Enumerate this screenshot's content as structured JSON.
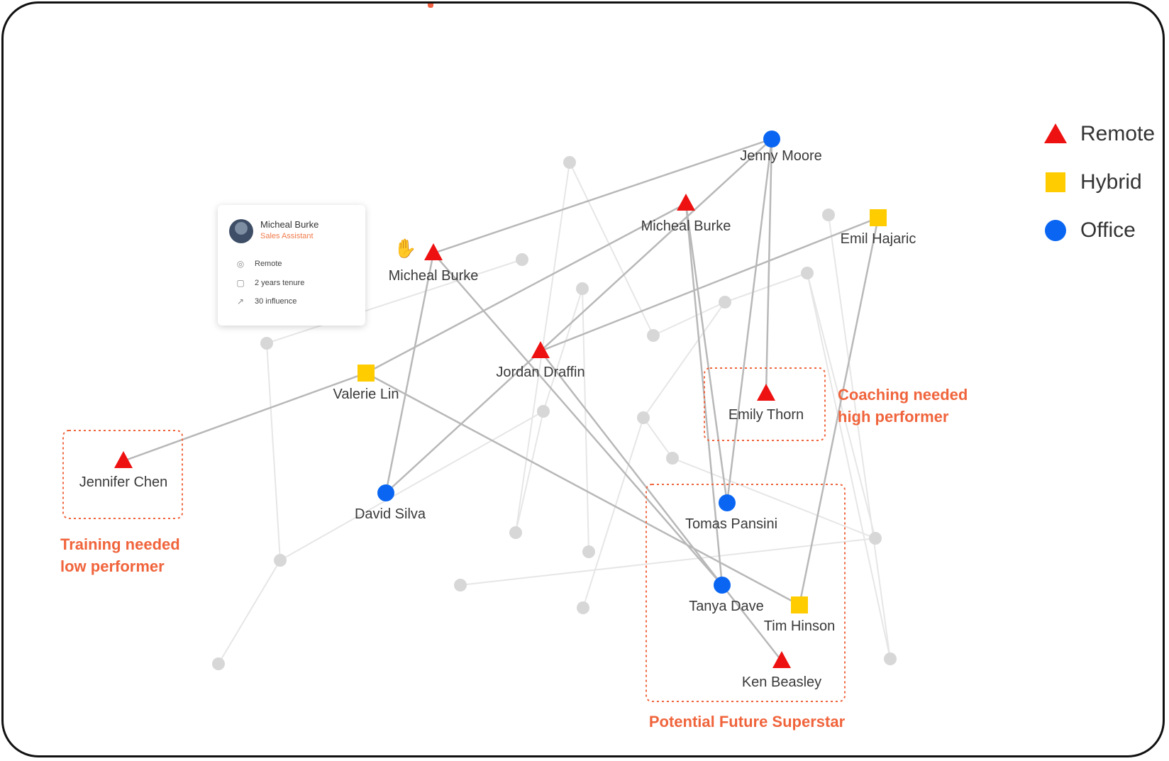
{
  "colors": {
    "remote": "#ee1111",
    "hybrid": "#ffcc00",
    "office": "#0a66f2",
    "annotation": "#f0643c",
    "edge_active": "#b8b8b8",
    "edge_bg": "#e6e6e6",
    "node_bg": "#d7d7d7"
  },
  "legend": [
    {
      "type": "remote",
      "shape": "triangle",
      "label": "Remote"
    },
    {
      "type": "hybrid",
      "shape": "square",
      "label": "Hybrid"
    },
    {
      "type": "office",
      "shape": "circle",
      "label": "Office"
    }
  ],
  "tooltip": {
    "name": "Micheal Burke",
    "role": "Sales Assistant",
    "location": "Remote",
    "tenure": "2 years tenure",
    "influence": "30 influence",
    "icons": [
      "location-pin-icon",
      "briefcase-icon",
      "trend-icon"
    ]
  },
  "people": [
    {
      "id": "jenny",
      "name": "Jenny Moore",
      "type": "office"
    },
    {
      "id": "micheal_a",
      "name": "Micheal Burke",
      "type": "remote"
    },
    {
      "id": "micheal_b",
      "name": "Micheal Burke",
      "type": "remote"
    },
    {
      "id": "emil",
      "name": "Emil Hajaric",
      "type": "hybrid"
    },
    {
      "id": "jordan",
      "name": "Jordan Draffin",
      "type": "remote"
    },
    {
      "id": "valerie",
      "name": "Valerie Lin",
      "type": "hybrid"
    },
    {
      "id": "emily",
      "name": "Emily Thorn",
      "type": "remote"
    },
    {
      "id": "jennifer",
      "name": "Jennifer Chen",
      "type": "remote"
    },
    {
      "id": "david",
      "name": "David Silva",
      "type": "office"
    },
    {
      "id": "tomas",
      "name": "Tomas Pansini",
      "type": "office"
    },
    {
      "id": "tanya",
      "name": "Tanya Dave",
      "type": "office"
    },
    {
      "id": "tim",
      "name": "Tim Hinson",
      "type": "hybrid"
    },
    {
      "id": "ken",
      "name": "Ken Beasley",
      "type": "remote"
    }
  ],
  "annotations": [
    {
      "id": "training",
      "lines": [
        "Training needed",
        "low performer"
      ]
    },
    {
      "id": "coaching",
      "lines": [
        "Coaching needed",
        "high performer"
      ]
    },
    {
      "id": "superstar",
      "lines": [
        "Potential Future Superstar"
      ]
    }
  ]
}
